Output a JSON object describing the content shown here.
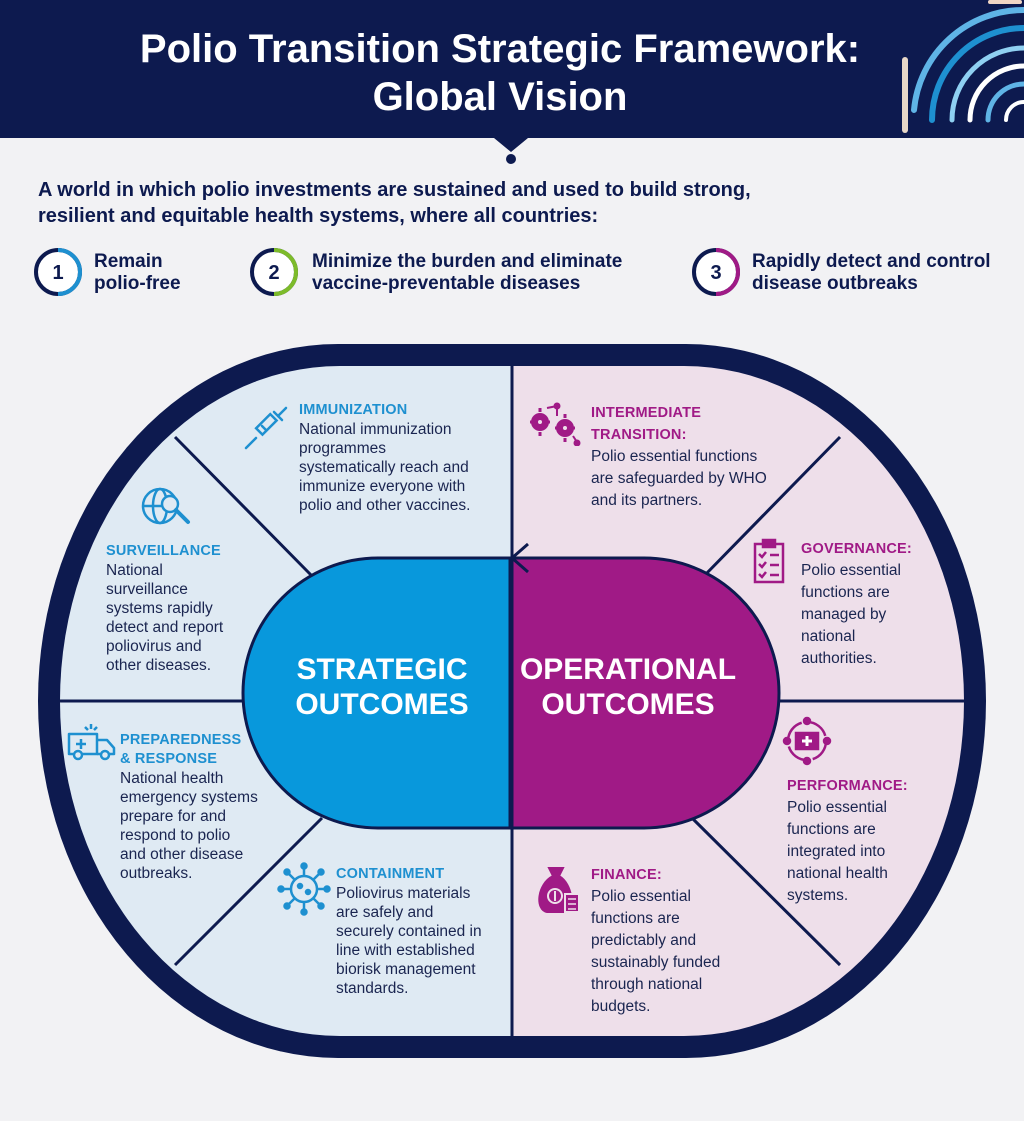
{
  "header": {
    "title_line1": "Polio Transition Strategic Framework:",
    "title_line2": "Global Vision"
  },
  "vision": {
    "intro_line1": "A world in which polio investments are sustained and used to build strong,",
    "intro_line2": "resilient and equitable health systems, where all countries:"
  },
  "goals": [
    {
      "number": "1",
      "line1": "Remain",
      "line2": "polio-free",
      "ring_color": "#1e90d0"
    },
    {
      "number": "2",
      "line1": "Minimize the burden and eliminate",
      "line2": "vaccine-preventable diseases",
      "ring_color": "#7dbb2a"
    },
    {
      "number": "3",
      "line1": "Rapidly detect and control",
      "line2": "disease outbreaks",
      "ring_color": "#a01a86"
    }
  ],
  "hub": {
    "strategic_line1": "STRATEGIC",
    "strategic_line2": "OUTCOMES",
    "operational_line1": "OPERATIONAL",
    "operational_line2": "OUTCOMES"
  },
  "strategic_outcomes": [
    {
      "title": "IMMUNIZATION",
      "icon": "syringe-icon",
      "lines": [
        "National immunization",
        "programmes",
        "systematically reach and",
        "immunize everyone with",
        "polio and other vaccines."
      ]
    },
    {
      "title": "SURVEILLANCE",
      "icon": "globe-magnifier-icon",
      "lines": [
        "National",
        "surveillance",
        "systems rapidly",
        "detect and report",
        "poliovirus and",
        "other diseases."
      ]
    },
    {
      "title_line1": "PREPAREDNESS",
      "title_line2": "& RESPONSE",
      "icon": "ambulance-icon",
      "lines": [
        "National health",
        "emergency systems",
        "prepare for and",
        "respond to polio",
        "and other disease",
        "outbreaks."
      ]
    },
    {
      "title": "CONTAINMENT",
      "icon": "virus-icon",
      "lines": [
        "Poliovirus materials",
        "are safely and",
        "securely contained in",
        "line with established",
        "biorisk  management",
        "standards."
      ]
    }
  ],
  "operational_outcomes": [
    {
      "title_line1": "INTERMEDIATE",
      "title_line2": "TRANSITION:",
      "icon": "gears-network-icon",
      "lines": [
        "Polio essential functions",
        "are safeguarded by WHO",
        "and its partners."
      ]
    },
    {
      "title": "GOVERNANCE:",
      "icon": "checklist-icon",
      "lines": [
        "Polio essential",
        "functions are",
        "managed by",
        "national",
        "authorities."
      ]
    },
    {
      "title": "PERFORMANCE:",
      "icon": "medical-cycle-icon",
      "lines": [
        "Polio essential",
        "functions are",
        "integrated into",
        "national health",
        "systems."
      ]
    },
    {
      "title": "FINANCE:",
      "icon": "money-bag-icon",
      "lines": [
        "Polio essential",
        "functions are",
        "predictably and",
        "sustainably funded",
        "through national",
        "budgets."
      ]
    }
  ],
  "colors": {
    "navy": "#0d1a4f",
    "blue": "#0898dc",
    "purple": "#a01a86",
    "light_blue_fill": "#dfeaf3",
    "light_purple_fill": "#eedfea"
  }
}
